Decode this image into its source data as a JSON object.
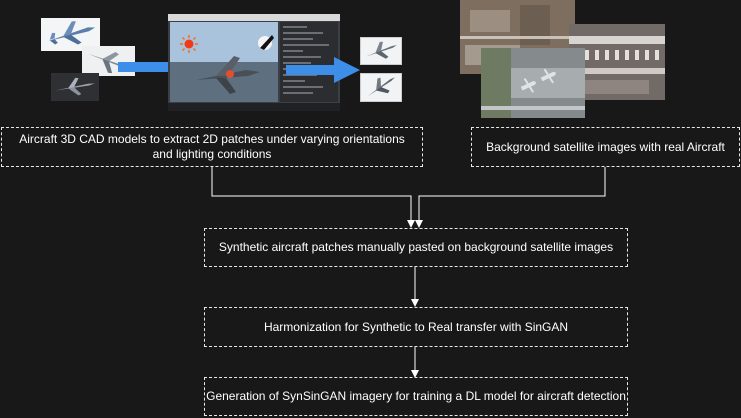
{
  "boxes": {
    "cad_models": "Aircraft 3D CAD models to extract 2D patches under varying orientations and lighting conditions",
    "background_images": "Background satellite images with real Aircraft",
    "synthetic_patches": "Synthetic aircraft patches manually pasted on background satellite images",
    "harmonization": "Harmonization for Synthetic to Real transfer with SinGAN",
    "generation": "Generation of SynSinGAN imagery for training a DL model for aircraft detection"
  },
  "colors": {
    "background": "#181818",
    "box_border": "#e8e8e8",
    "text": "#ffffff",
    "connector": "#ffffff",
    "arrow_blue": "#3d8ee8"
  },
  "icons": {
    "sun": "sun-icon",
    "light_source": "light-source-icon",
    "arrow": "arrow-right-icon"
  }
}
